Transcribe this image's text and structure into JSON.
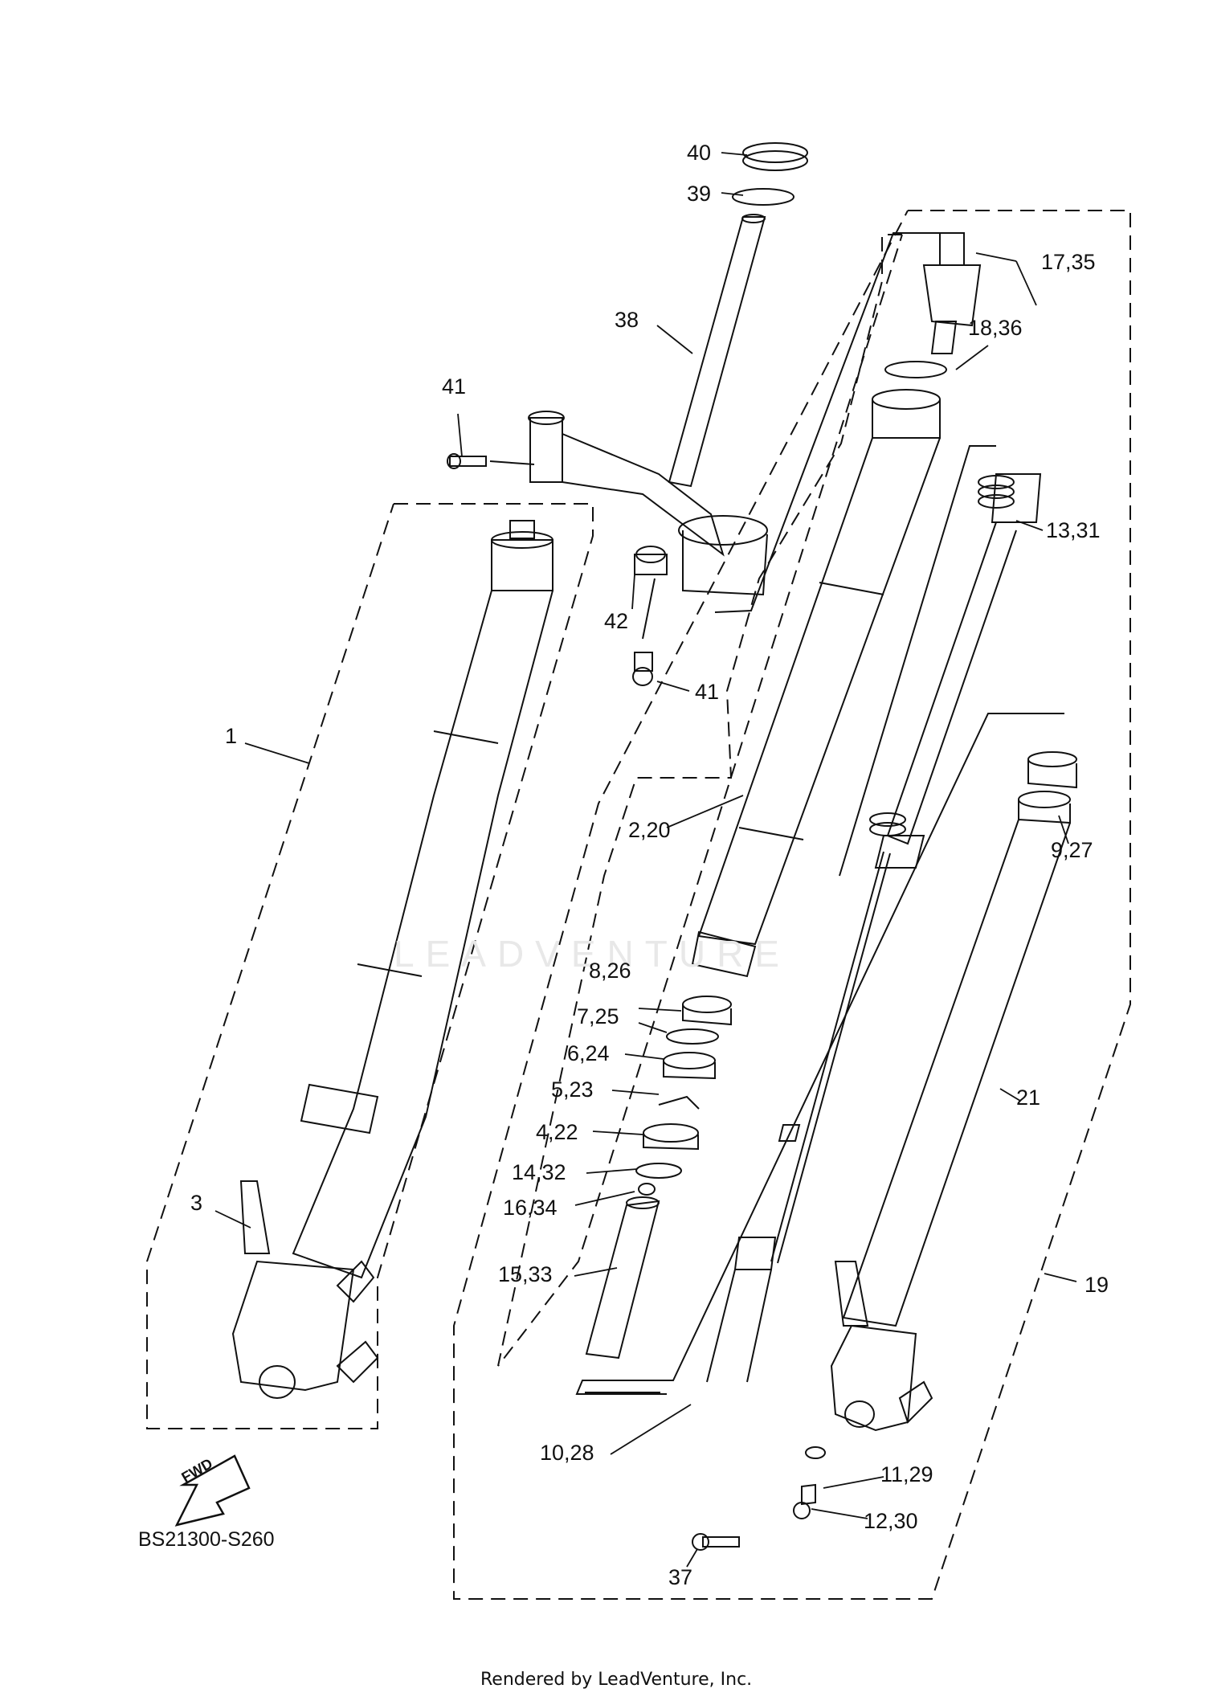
{
  "diagram": {
    "reference_code": "BS21300-S260",
    "credit": "Rendered by LeadVenture, Inc.",
    "watermark": "LEADVENTURE",
    "direction_label": "FWD",
    "callouts": [
      "1",
      "2,20",
      "3",
      "4,22",
      "5,23",
      "6,24",
      "7,25",
      "8,26",
      "9,27",
      "10,28",
      "11,29",
      "12,30",
      "13,31",
      "14,32",
      "15,33",
      "16,34",
      "17,35",
      "18,36",
      "19",
      "21",
      "37",
      "38",
      "39",
      "40",
      "41",
      "41",
      "42"
    ]
  }
}
